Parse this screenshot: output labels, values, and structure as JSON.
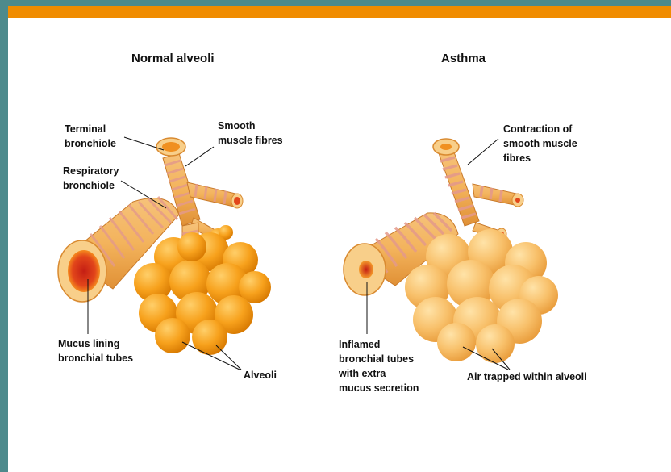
{
  "colors": {
    "frame": "#4d8a8c",
    "accent": "#f08c00",
    "panel": "#ffffff"
  },
  "normal": {
    "title": "Normal alveoli",
    "labels": {
      "terminal_bronchiole": [
        "Terminal",
        "bronchiole"
      ],
      "smooth_muscle": [
        "Smooth",
        "muscle fibres"
      ],
      "respiratory_bronchiole": [
        "Respiratory",
        "bronchiole"
      ],
      "mucus_lining": [
        "Mucus lining",
        "bronchial tubes"
      ],
      "alveoli": "Alveoli"
    }
  },
  "asthma": {
    "title": "Asthma",
    "labels": {
      "contraction": [
        "Contraction of",
        "smooth muscle",
        "fibres"
      ],
      "inflamed": [
        "Inflamed",
        "bronchial tubes",
        "with extra",
        "mucus secretion"
      ],
      "air_trapped": "Air trapped within alveoli"
    }
  }
}
